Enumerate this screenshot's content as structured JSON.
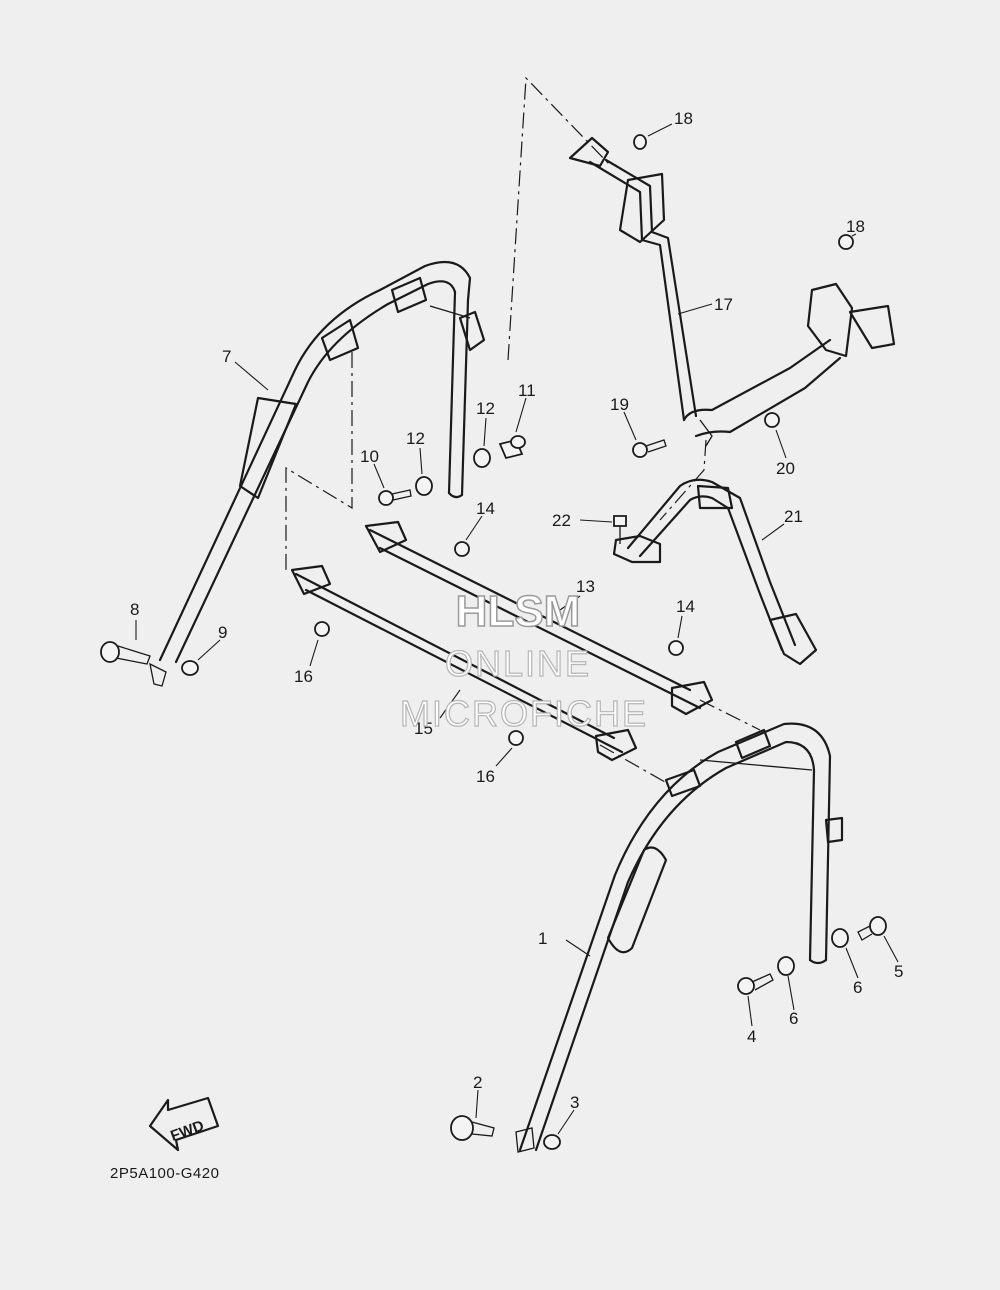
{
  "diagram": {
    "drawing_code": "2P5A100-G420",
    "fwd_label": "FWD",
    "watermark": {
      "line1": "HLSM",
      "line2": "ONLINE",
      "line3": "MICROFICHE"
    },
    "callouts": [
      {
        "id": "c1",
        "label": "1"
      },
      {
        "id": "c2",
        "label": "2"
      },
      {
        "id": "c3",
        "label": "3"
      },
      {
        "id": "c4",
        "label": "4"
      },
      {
        "id": "c5",
        "label": "5"
      },
      {
        "id": "c6a",
        "label": "6"
      },
      {
        "id": "c6b",
        "label": "6"
      },
      {
        "id": "c7",
        "label": "7"
      },
      {
        "id": "c8",
        "label": "8"
      },
      {
        "id": "c9",
        "label": "9"
      },
      {
        "id": "c10",
        "label": "10"
      },
      {
        "id": "c11",
        "label": "11"
      },
      {
        "id": "c12a",
        "label": "12"
      },
      {
        "id": "c12b",
        "label": "12"
      },
      {
        "id": "c13",
        "label": "13"
      },
      {
        "id": "c14a",
        "label": "14"
      },
      {
        "id": "c14b",
        "label": "14"
      },
      {
        "id": "c15",
        "label": "15"
      },
      {
        "id": "c16a",
        "label": "16"
      },
      {
        "id": "c16b",
        "label": "16"
      },
      {
        "id": "c17",
        "label": "17"
      },
      {
        "id": "c18a",
        "label": "18"
      },
      {
        "id": "c18b",
        "label": "18"
      },
      {
        "id": "c19",
        "label": "19"
      },
      {
        "id": "c20",
        "label": "20"
      },
      {
        "id": "c21",
        "label": "21"
      },
      {
        "id": "c22",
        "label": "22"
      }
    ]
  }
}
